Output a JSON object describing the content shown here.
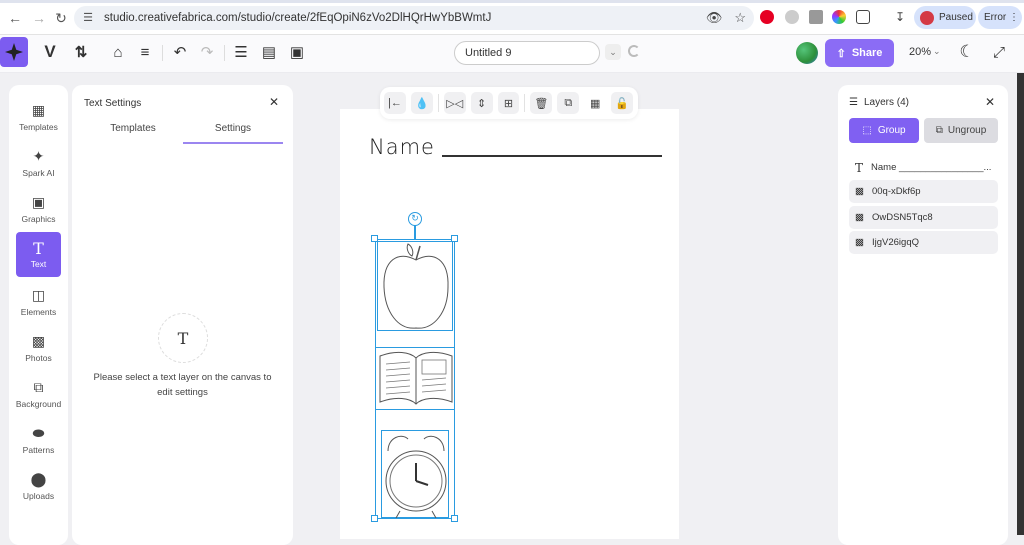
{
  "browser": {
    "url": "studio.creativefabrica.com/studio/create/2fEqOpiN6zVo2DlHQrHwYbBWmtJ",
    "profile_status": "Paused",
    "error_label": "Error",
    "colors": {
      "profile_avatar": "#d43a45",
      "pill_bg": "#d6e2fb"
    }
  },
  "header": {
    "doc_title": "Untitled 9",
    "share_label": "Share",
    "zoom_level": "20%",
    "colors": {
      "accent": "#7c5cf0",
      "share_bg": "#8b6cf5"
    }
  },
  "left_rail": {
    "items": [
      {
        "label": "Templates",
        "icon": "templates-icon"
      },
      {
        "label": "Spark AI",
        "icon": "sparkle-icon"
      },
      {
        "label": "Graphics",
        "icon": "graphics-icon"
      },
      {
        "label": "Text",
        "icon": "text-icon",
        "active": true
      },
      {
        "label": "Elements",
        "icon": "elements-icon"
      },
      {
        "label": "Photos",
        "icon": "photos-icon"
      },
      {
        "label": "Background",
        "icon": "background-icon"
      },
      {
        "label": "Patterns",
        "icon": "patterns-icon"
      },
      {
        "label": "Uploads",
        "icon": "uploads-icon"
      }
    ]
  },
  "settings_panel": {
    "title": "Text Settings",
    "tabs": [
      {
        "label": "Templates"
      },
      {
        "label": "Settings",
        "active": true
      }
    ],
    "empty_icon": "T",
    "empty_message": "Please select a text layer on the canvas to edit settings"
  },
  "canvas": {
    "name_text": "Name",
    "images": [
      "apple",
      "open-book",
      "alarm-clock"
    ]
  },
  "layers_panel": {
    "title": "Layers (4)",
    "group_label": "Group",
    "ungroup_label": "Ungroup",
    "layers": [
      {
        "type": "text",
        "name": "Name ________________..."
      },
      {
        "type": "image",
        "name": "00q-xDkf6p"
      },
      {
        "type": "image",
        "name": "OwDSN5Tqc8"
      },
      {
        "type": "image",
        "name": "IjgV26igqQ"
      }
    ]
  }
}
